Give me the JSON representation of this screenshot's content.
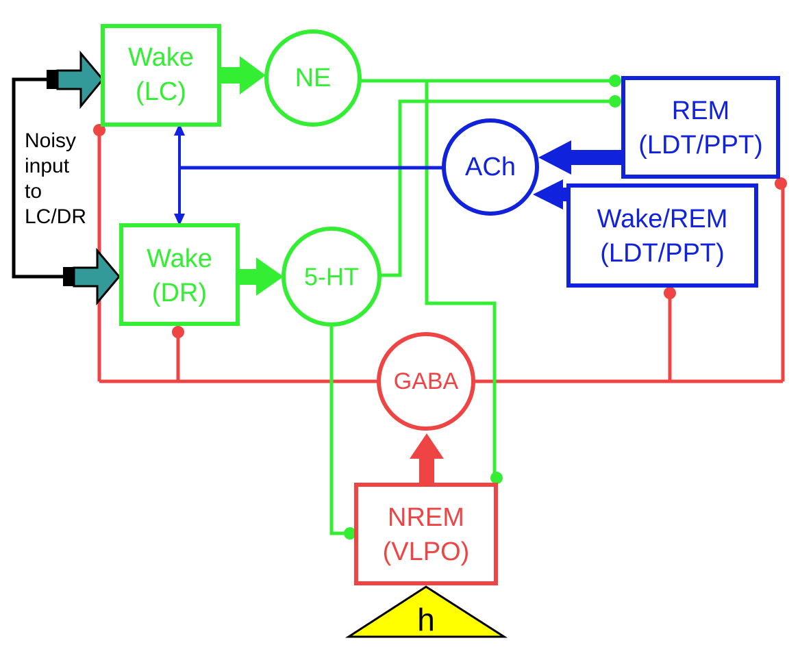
{
  "colors": {
    "wake": "#33ee33",
    "rem": "#1122dd",
    "nrem": "#ee4444",
    "input": "#339999",
    "circadian": "#ffff00",
    "wire": "#000000"
  },
  "nodes": {
    "wake_lc": {
      "line1": "Wake",
      "line2": "(LC)"
    },
    "wake_dr": {
      "line1": "Wake",
      "line2": "(DR)"
    },
    "rem": {
      "line1": "REM",
      "line2": "(LDT/PPT)"
    },
    "wake_rem": {
      "line1": "Wake/REM",
      "line2": "(LDT/PPT)"
    },
    "nrem": {
      "line1": "NREM",
      "line2": "(VLPO)"
    },
    "ne": {
      "label": "NE"
    },
    "ht5": {
      "label": "5-HT"
    },
    "ach": {
      "label": "ACh"
    },
    "gaba": {
      "label": "GABA"
    },
    "circadian": {
      "label": "h"
    }
  },
  "noisy_input": {
    "lines": [
      "Noisy",
      "input",
      "to",
      "LC/DR"
    ]
  }
}
